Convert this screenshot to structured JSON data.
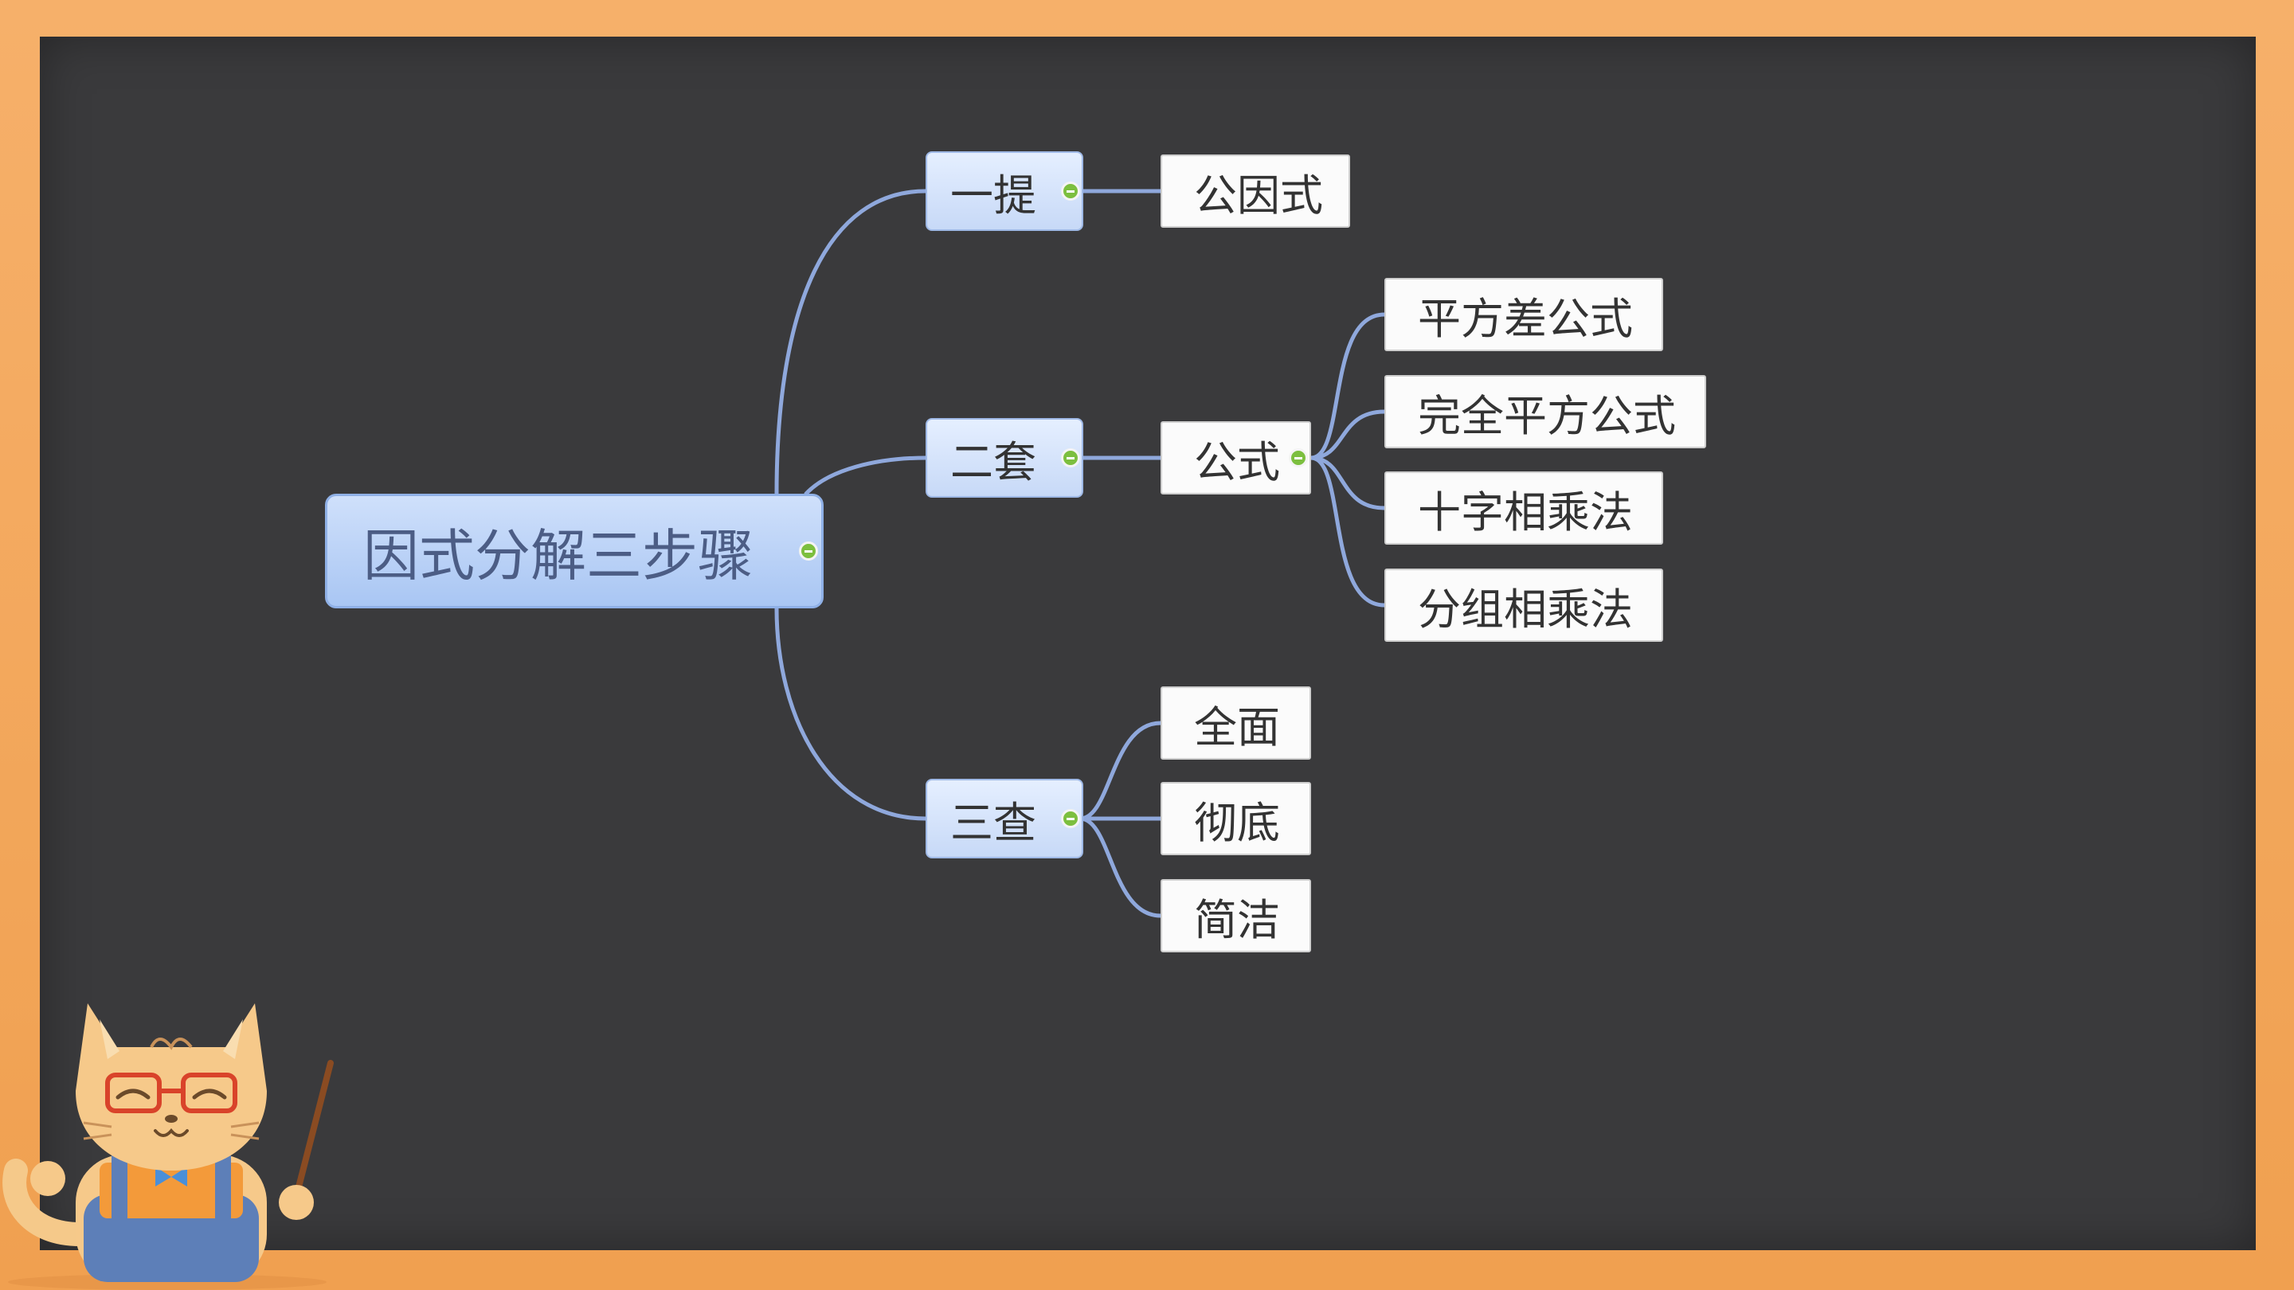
{
  "diagram": {
    "root": "因式分解三步骤",
    "branches": [
      {
        "label": "一提",
        "children": [
          "公因式"
        ]
      },
      {
        "label": "二套",
        "child": "公式",
        "grandchildren": [
          "平方差公式",
          "完全平方公式",
          "十字相乘法",
          "分组相乘法"
        ]
      },
      {
        "label": "三查",
        "children": [
          "全面",
          "彻底",
          "简洁"
        ]
      }
    ]
  },
  "colors": {
    "board": "#3a3a3c",
    "frame": "#f3a55c",
    "connector": "#8fa8dc",
    "toggle": "#7cbf3f"
  },
  "icons": {
    "toggle": "collapse-minus-icon",
    "mascot": "cat-teacher-icon"
  }
}
